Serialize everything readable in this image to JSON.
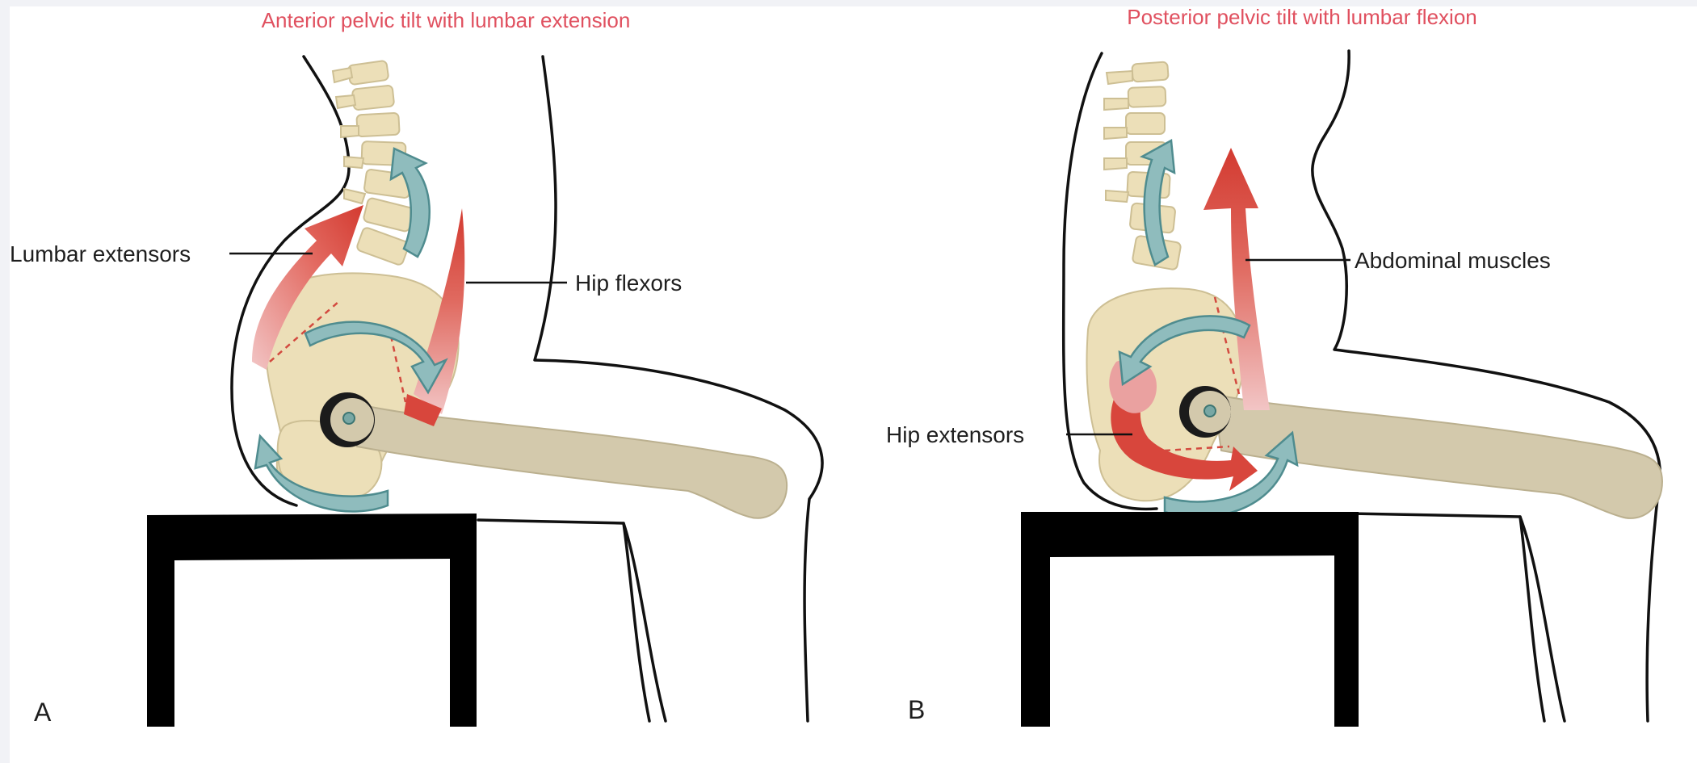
{
  "panels": [
    {
      "id": "A",
      "letter": "A",
      "title": "Anterior pelvic tilt with lumbar extension",
      "labels": {
        "lumbar": "Lumbar extensors",
        "hip": "Hip flexors"
      }
    },
    {
      "id": "B",
      "letter": "B",
      "title": "Posterior pelvic tilt with lumbar flexion",
      "labels": {
        "abdominal": "Abdominal muscles",
        "hip": "Hip extensors"
      }
    }
  ],
  "colors": {
    "title": "#e0505f",
    "muscle": "#d8463c",
    "rotation_arrow": "#8fbcbd",
    "bone": "#ecdfb8",
    "chair": "#000000"
  }
}
